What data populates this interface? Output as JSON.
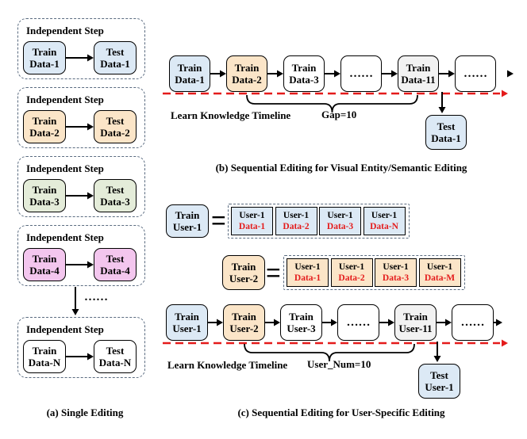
{
  "colors": {
    "blue": "#dce9f5",
    "peach": "#fbe5c8",
    "green": "#e4ecd9",
    "pink": "#f3c6ee",
    "gray": "#f2f2f2",
    "white": "#ffffff",
    "red": "#e41b1b",
    "panel_border": "#5a6b80"
  },
  "panel_a": {
    "caption": "(a) Single Editing",
    "ellipsis": "……",
    "steps": [
      {
        "title": "Independent Step",
        "train": [
          "Train",
          "Data-1"
        ],
        "test": [
          "Test",
          "Data-1"
        ],
        "color": "blue"
      },
      {
        "title": "Independent Step",
        "train": [
          "Train",
          "Data-2"
        ],
        "test": [
          "Test",
          "Data-2"
        ],
        "color": "peach"
      },
      {
        "title": "Independent Step",
        "train": [
          "Train",
          "Data-3"
        ],
        "test": [
          "Test",
          "Data-3"
        ],
        "color": "green"
      },
      {
        "title": "Independent Step",
        "train": [
          "Train",
          "Data-4"
        ],
        "test": [
          "Test",
          "Data-4"
        ],
        "color": "pink"
      },
      {
        "title": "Independent Step",
        "train": [
          "Train",
          "Data-N"
        ],
        "test": [
          "Test",
          "Data-N"
        ],
        "color": "white"
      }
    ]
  },
  "panel_b": {
    "caption": "(b) Sequential Editing for Visual Entity/Semantic Editing",
    "timeline_label": "Learn Knowledge Timeline",
    "gap_label": "Gap=10",
    "chain": [
      {
        "lines": [
          "Train",
          "Data-1"
        ],
        "color": "blue"
      },
      {
        "lines": [
          "Train",
          "Data-2"
        ],
        "color": "peach"
      },
      {
        "lines": [
          "Train",
          "Data-3"
        ],
        "color": "white"
      },
      {
        "lines": [
          "……"
        ],
        "color": "white"
      },
      {
        "lines": [
          "Train",
          "Data-11"
        ],
        "color": "gray"
      },
      {
        "lines": [
          "……"
        ],
        "color": "white"
      }
    ],
    "test": {
      "lines": [
        "Test",
        "Data-1"
      ],
      "color": "blue"
    }
  },
  "panel_c": {
    "caption": "(c) Sequential Editing for User-Specific Editing",
    "equals": "=",
    "timeline_label": "Learn Knowledge Timeline",
    "gap_label": "User_Num=10",
    "user1": {
      "lines": [
        "Train",
        "User-1"
      ],
      "color": "blue",
      "items": [
        {
          "user": "User-1",
          "data": "Data-1"
        },
        {
          "user": "User-1",
          "data": "Data-2"
        },
        {
          "user": "User-1",
          "data": "Data-3"
        },
        {
          "user": "User-1",
          "data": "Data-N"
        }
      ]
    },
    "user2": {
      "lines": [
        "Train",
        "User-2"
      ],
      "color": "peach",
      "items": [
        {
          "user": "User-1",
          "data": "Data-1"
        },
        {
          "user": "User-1",
          "data": "Data-2"
        },
        {
          "user": "User-1",
          "data": "Data-3"
        },
        {
          "user": "User-1",
          "data": "Data-M"
        }
      ]
    },
    "chain": [
      {
        "lines": [
          "Train",
          "User-1"
        ],
        "color": "blue"
      },
      {
        "lines": [
          "Train",
          "User-2"
        ],
        "color": "peach"
      },
      {
        "lines": [
          "Train",
          "User-3"
        ],
        "color": "white"
      },
      {
        "lines": [
          "……"
        ],
        "color": "white"
      },
      {
        "lines": [
          "Train",
          "User-11"
        ],
        "color": "gray"
      },
      {
        "lines": [
          "……"
        ],
        "color": "white"
      }
    ],
    "test": {
      "lines": [
        "Test",
        "User-1"
      ],
      "color": "blue"
    }
  }
}
